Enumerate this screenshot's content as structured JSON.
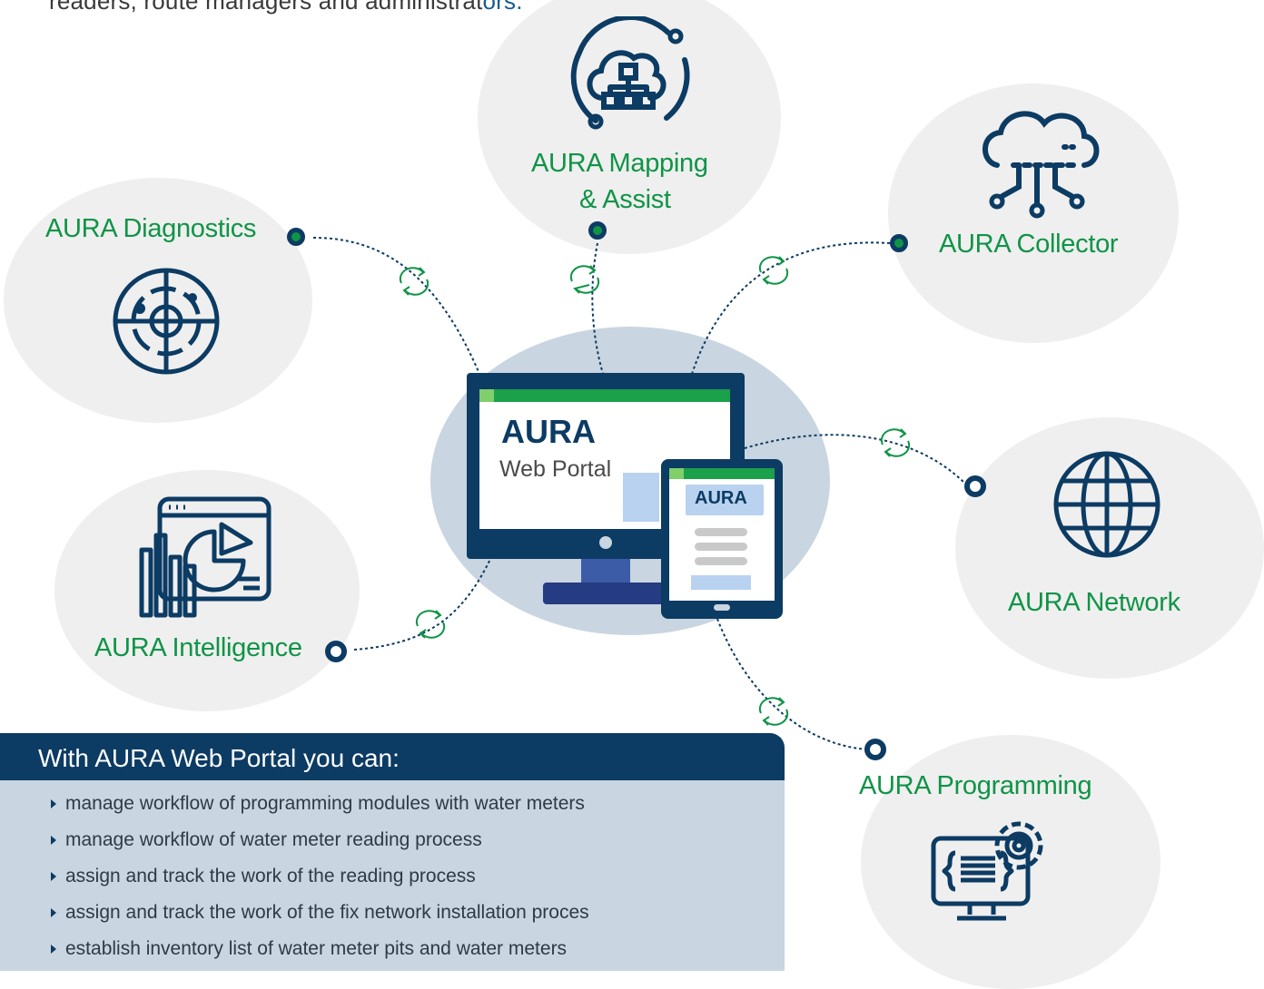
{
  "intro": {
    "line_main": "readers, route managers and administrat",
    "line_tail": "ors."
  },
  "center": {
    "brand": "AURA",
    "subtitle": "Web Portal",
    "tablet_brand": "AURA"
  },
  "nodes": {
    "diagnostics": {
      "label": "AURA Diagnostics",
      "icon": "radar-icon"
    },
    "mapping": {
      "label_line1": "AURA Mapping",
      "label_line2": "& Assist",
      "icon": "cloud-sitemap-icon"
    },
    "collector": {
      "label": "AURA Collector",
      "icon": "cloud-network-icon"
    },
    "network": {
      "label": "AURA Network",
      "icon": "globe-icon"
    },
    "intelligence": {
      "label": "AURA Intelligence",
      "icon": "analytics-dashboard-icon"
    },
    "programming": {
      "label": "AURA Programming",
      "icon": "code-settings-icon"
    }
  },
  "panel": {
    "title": "With AURA Web Portal you can:",
    "items": [
      "manage workflow of programming modules with water meters",
      "manage workflow of water meter reading process",
      "assign and track the work of the reading process",
      "assign and track the work of the fix network installation proces",
      "establish inventory list of water meter pits and water meters"
    ]
  },
  "colors": {
    "brand_navy": "#0c3b63",
    "brand_green": "#0f9447",
    "bubble_gray": "#efefef",
    "center_blue": "#c9d5e0"
  }
}
